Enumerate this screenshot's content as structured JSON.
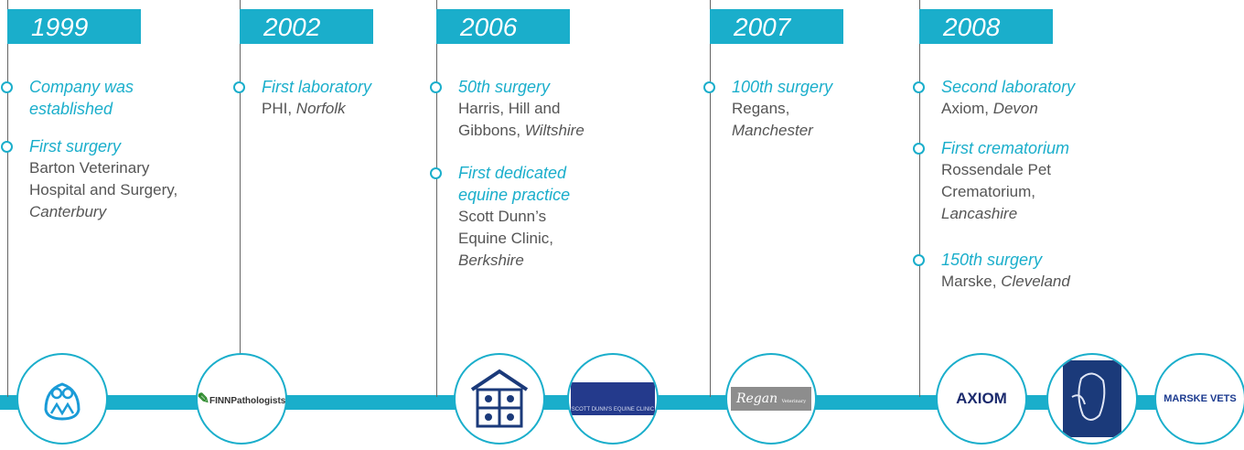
{
  "colors": {
    "accent": "#1aaecb",
    "text": "#555555",
    "line": "#666666"
  },
  "columns": [
    {
      "year": "1999",
      "events": [
        {
          "title": "Company was established",
          "desc": "",
          "loc": ""
        },
        {
          "title": "First surgery",
          "desc": "Barton Veterinary Hospital and Surgery,",
          "loc": "Canterbury"
        }
      ]
    },
    {
      "year": "2002",
      "events": [
        {
          "title": "First laboratory",
          "desc": "PHI,",
          "loc": "Norfolk"
        }
      ]
    },
    {
      "year": "2006",
      "events": [
        {
          "title": "50th surgery",
          "desc": "Harris, Hill and Gibbons,",
          "loc": "Wiltshire"
        },
        {
          "title": "First dedicated equine practice",
          "desc": "Scott Dunn’s Equine Clinic,",
          "loc": "Berkshire"
        }
      ]
    },
    {
      "year": "2007",
      "events": [
        {
          "title": "100th surgery",
          "desc": "Regans,",
          "loc": "Manchester"
        }
      ]
    },
    {
      "year": "2008",
      "events": [
        {
          "title": "Second laboratory",
          "desc": "Axiom,",
          "loc": "Devon"
        },
        {
          "title": "First crematorium",
          "desc": "Rossendale Pet Crematorium,",
          "loc": "Lancashire"
        },
        {
          "title": "150th surgery",
          "desc": "Marske,",
          "loc": "Cleveland"
        }
      ]
    }
  ],
  "logos": {
    "finn": "FINNPathologists",
    "scott": "SCOTT DUNN'S EQUINE CLINIC",
    "regan": "Regan",
    "regan_sub": "Veterinary Group",
    "axiom": "AXIOM",
    "marske": "MARSKE VETS"
  }
}
